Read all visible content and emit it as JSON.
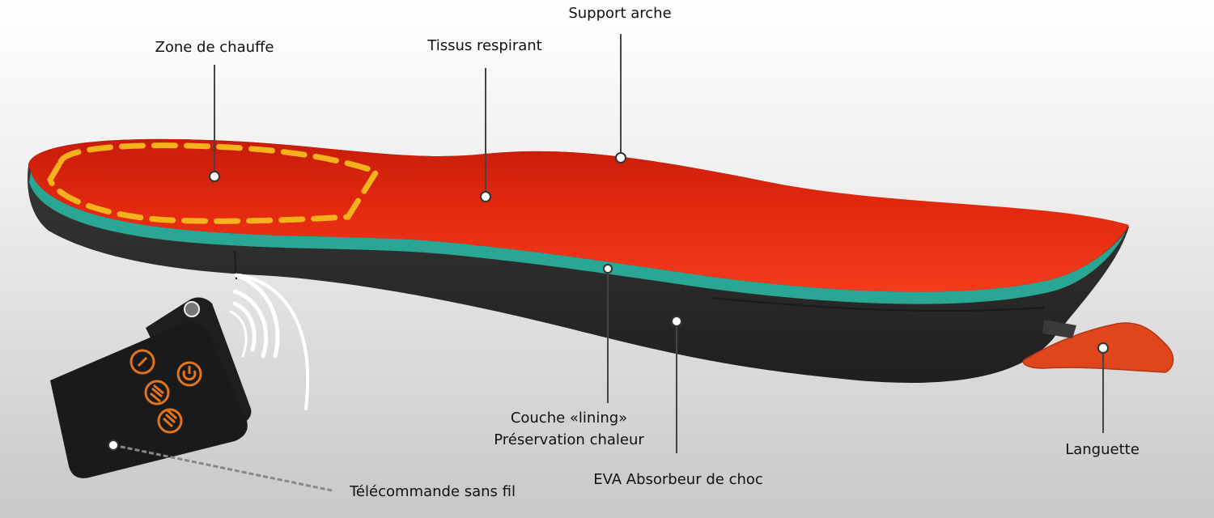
{
  "labels": {
    "heating_zone": "Zone de chauffe",
    "breathable_fabric": "Tissus respirant",
    "arch_support": "Support arche",
    "lining_layer_line1": "Couche «lining»",
    "lining_layer_line2": "Préservation chaleur",
    "eva_shock": "EVA Absorbeur de choc",
    "tab": "Languette",
    "remote": "Télécommande sans fil"
  },
  "colors": {
    "top_fabric": "#e0260f",
    "lining": "#2a9d8f",
    "foam": "#2b2b2b",
    "heating_dash": "#f6b21a",
    "remote_buttons": "#e0741f",
    "tab": "#e0461c"
  },
  "icons": {
    "remote_top_button": "minus-icon",
    "remote_middle_button": "equal-icon",
    "remote_power_button": "power-icon",
    "remote_bottom_button": "triple-bar-icon"
  }
}
